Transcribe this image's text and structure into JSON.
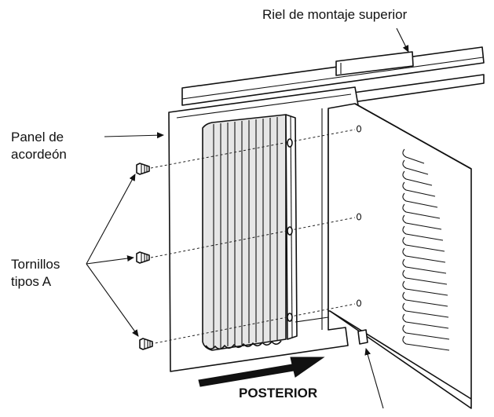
{
  "labels": {
    "top_rail": "Riel de montaje superior",
    "accordion_line1": "Panel de",
    "accordion_line2": "acordeón",
    "screws_line1": "Tornillos",
    "screws_line2": "tipos A",
    "rear": "POSTERIOR"
  },
  "icons": [
    "screw-icon",
    "arrow-icon"
  ]
}
